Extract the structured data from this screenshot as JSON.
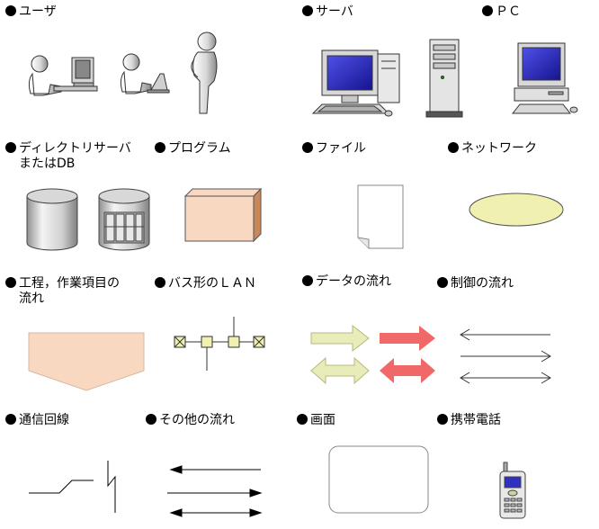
{
  "legend": {
    "user": "ユーザ",
    "server": "サーバ",
    "pc": "ＰＣ",
    "directory_server_line1": "ディレクトリサーバ",
    "directory_server_line2": "またはDB",
    "program": "プログラム",
    "file": "ファイル",
    "network": "ネットワーク",
    "process_line1": "工程，作業項目の",
    "process_line2": "流れ",
    "bus_lan": "バス形のＬＡＮ",
    "data_flow": "データの流れ",
    "control_flow": "制御の流れ",
    "comm_line": "通信回線",
    "other_flow": "その他の流れ",
    "screen": "画面",
    "mobile": "携帯電話"
  },
  "colors": {
    "program_box": "#f8d8c0",
    "program_side": "#c8885a",
    "network_ellipse": "#f0f0b0",
    "process_shape": "#f8d8c0",
    "data_arrow": "#e8ecb8",
    "control_arrow": "#f06868",
    "monitor_screen": "#2a2ab8"
  }
}
